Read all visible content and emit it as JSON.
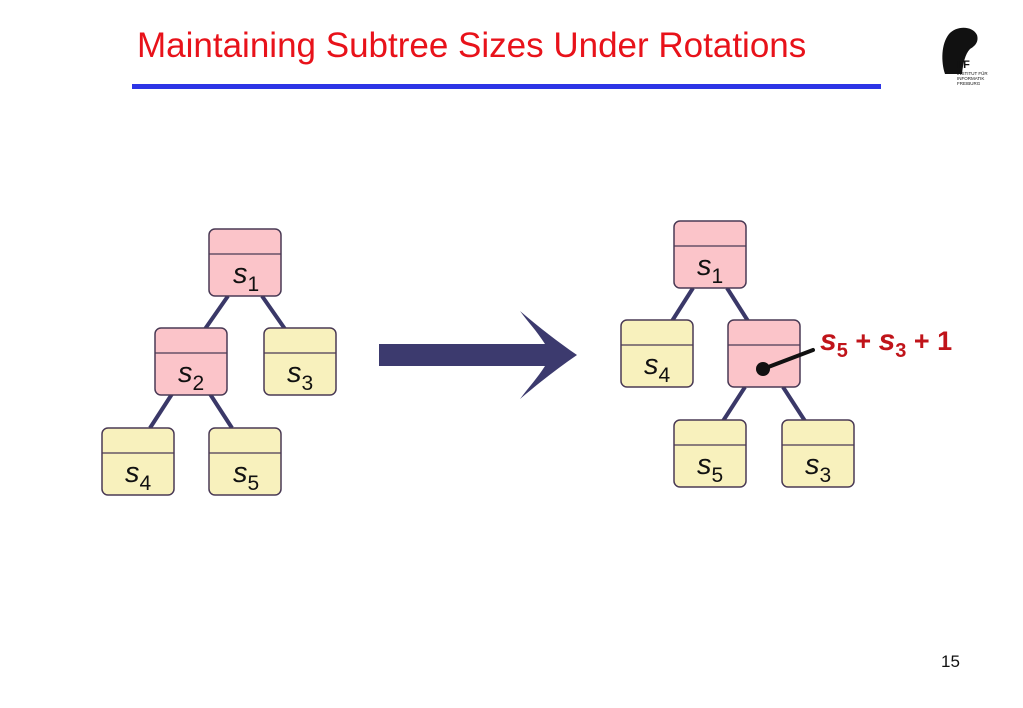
{
  "slide": {
    "title": "Maintaining Subtree Sizes Under Rotations",
    "page_number": "15"
  },
  "logo": {
    "mark": "IIF",
    "lines": [
      "INSTITUT FÜR",
      "INFORMATIK",
      "FREIBURG"
    ]
  },
  "left_tree": {
    "n1": {
      "symbol": "s",
      "index": "1"
    },
    "n2": {
      "symbol": "s",
      "index": "2"
    },
    "n3": {
      "symbol": "s",
      "index": "3"
    },
    "n4": {
      "symbol": "s",
      "index": "4"
    },
    "n5": {
      "symbol": "s",
      "index": "5"
    }
  },
  "right_tree": {
    "n1": {
      "symbol": "s",
      "index": "1"
    },
    "n4": {
      "symbol": "s",
      "index": "4"
    },
    "n5": {
      "symbol": "s",
      "index": "5"
    },
    "n3": {
      "symbol": "s",
      "index": "3"
    }
  },
  "annotation": {
    "s_a": "s",
    "sub_a": "5",
    "plus1": " + ",
    "s_b": "s",
    "sub_b": "3",
    "plus2": " + 1"
  },
  "colors": {
    "title": "#e8121a",
    "title_rule": "#2d35e6",
    "node_pink": "#fbc4c9",
    "node_yellow": "#f8f1bd",
    "node_border": "#4a3a55",
    "edge": "#3a3868",
    "arrow": "#3c3a6e",
    "annotation": "#c0141a"
  }
}
